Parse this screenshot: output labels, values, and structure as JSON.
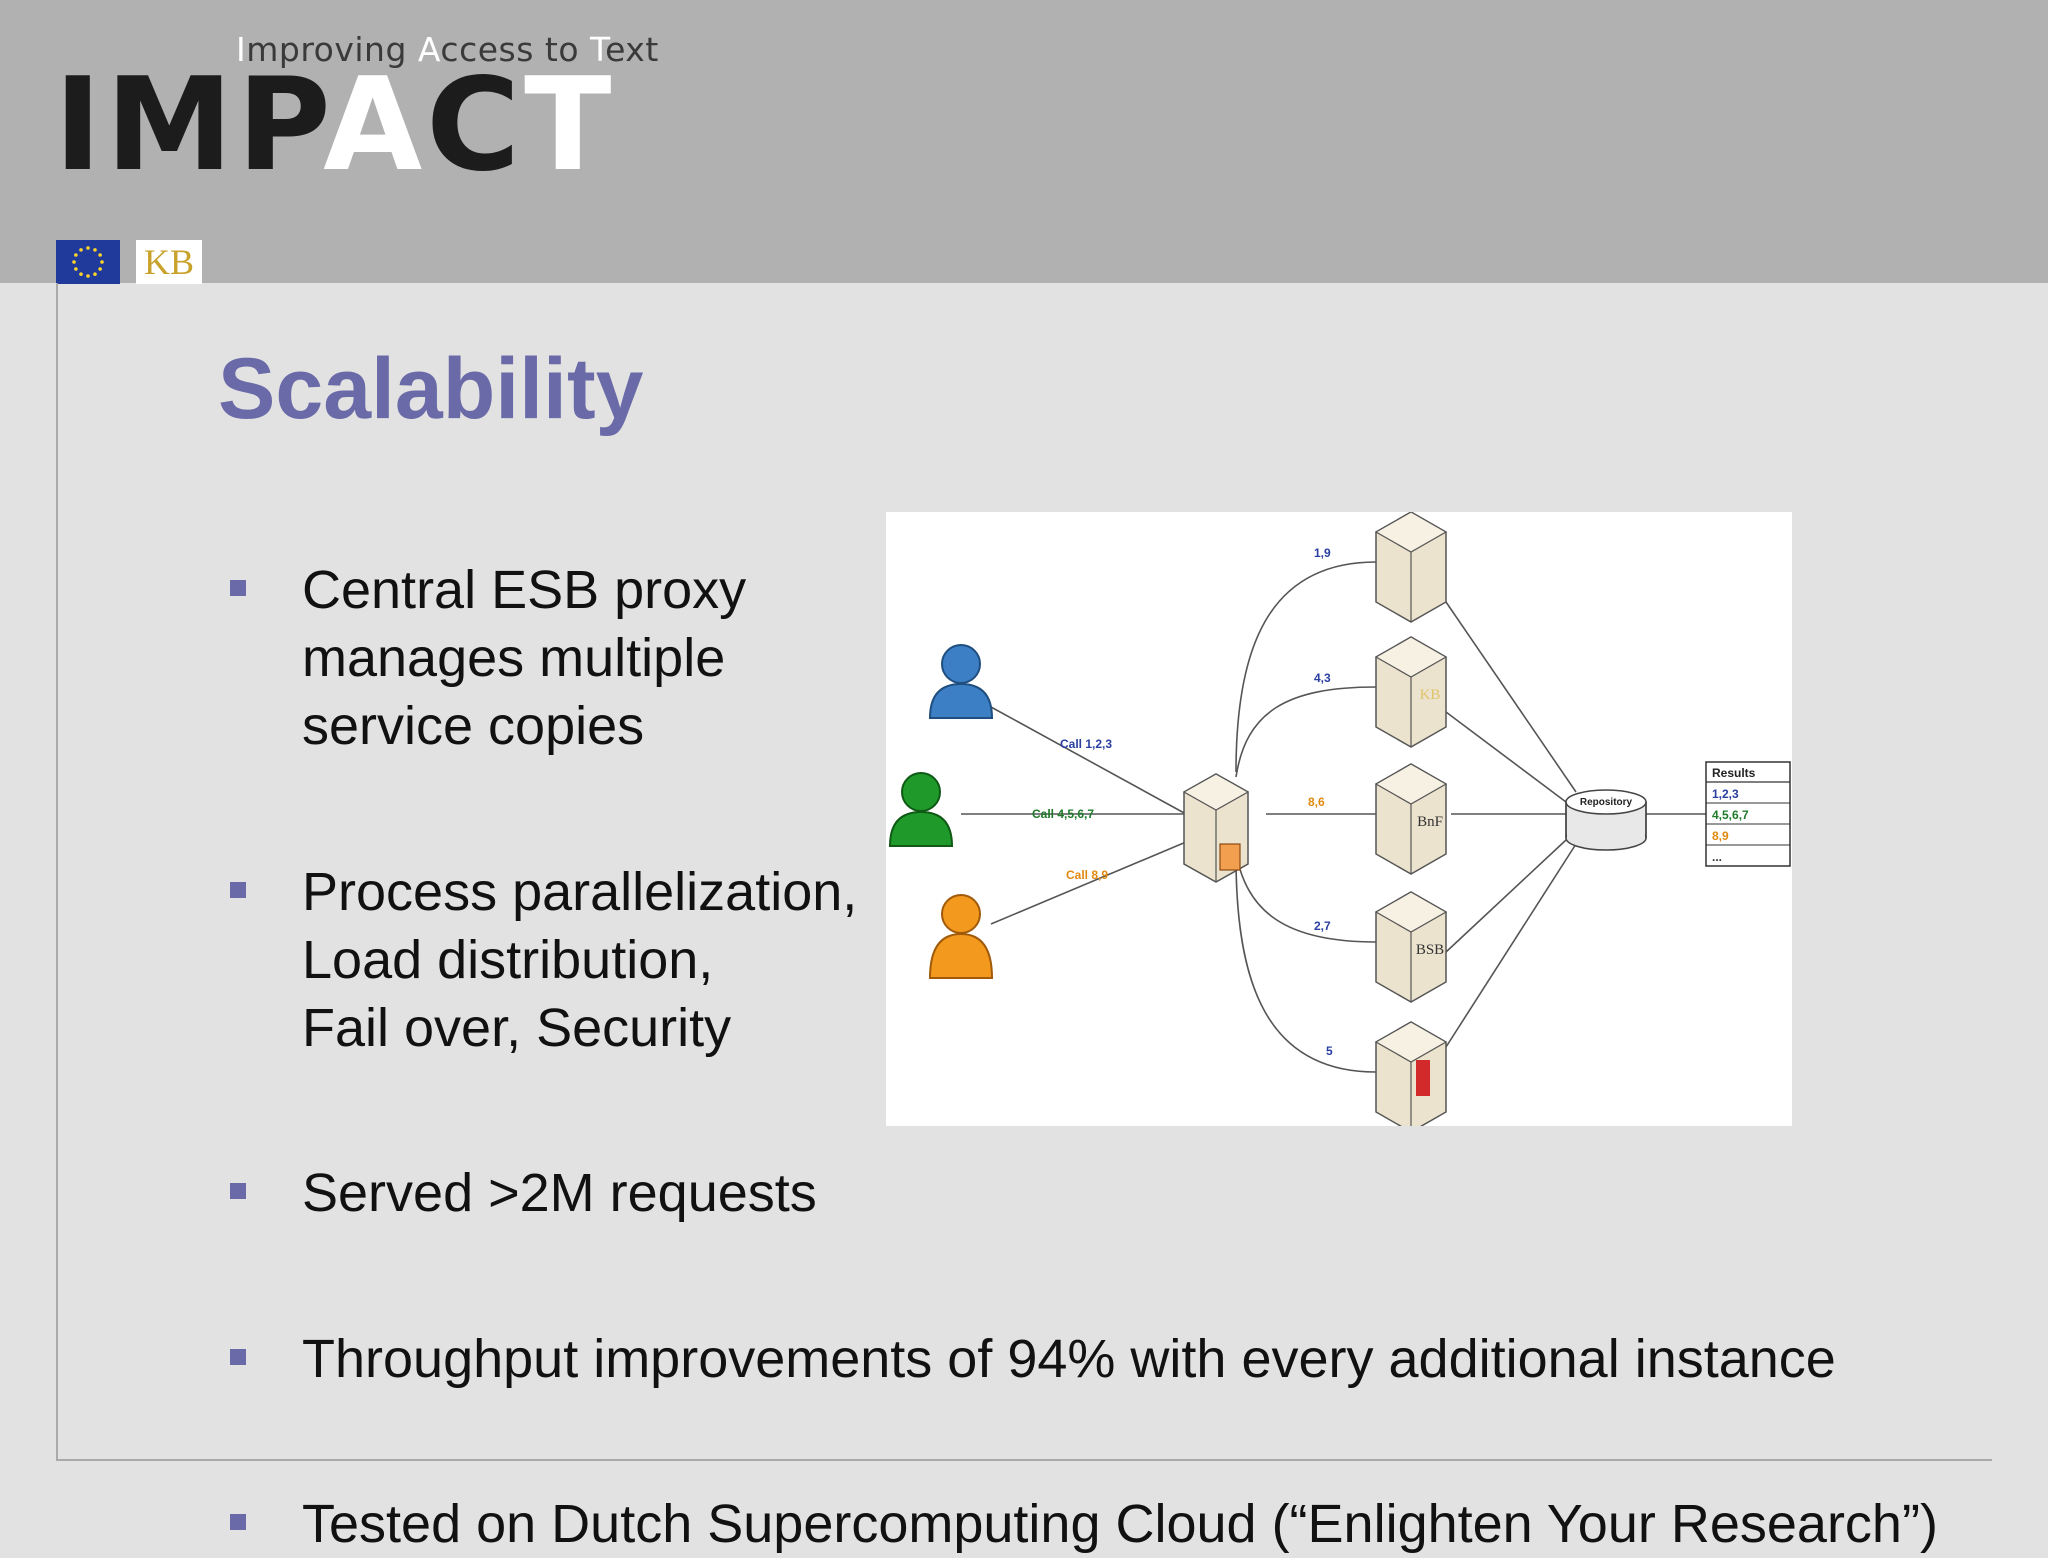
{
  "header": {
    "tagline_parts": [
      {
        "text": "I",
        "hl": true
      },
      {
        "text": "mproving ",
        "hl": false
      },
      {
        "text": "A",
        "hl": true
      },
      {
        "text": "ccess to ",
        "hl": false
      },
      {
        "text": "T",
        "hl": true
      },
      {
        "text": "ext",
        "hl": false
      }
    ],
    "logo_parts": [
      {
        "text": "I",
        "hl": false
      },
      {
        "text": "M",
        "hl": false
      },
      {
        "text": "P",
        "hl": false
      },
      {
        "text": "A",
        "hl": true
      },
      {
        "text": "C",
        "hl": false
      },
      {
        "text": "T",
        "hl": true
      }
    ],
    "kb_logo": "KB"
  },
  "slide": {
    "title": "Scalability",
    "bullets": [
      "Central ESB proxy\nmanages multiple\nservice copies",
      "Process parallelization,\nLoad distribution,\nFail over, Security",
      "Served >2M requests",
      "Throughput improvements of 94% with every additional instance",
      "Tested on Dutch Supercomputing Cloud (“Enlighten Your Research”)"
    ]
  },
  "diagram": {
    "users": [
      {
        "color": "#3d7fc4",
        "call": "Call 1,2,3",
        "call_color": "#2a3fa0"
      },
      {
        "color": "#1f9a2a",
        "call": "Call 4,5,6,7",
        "call_color": "#1f7a2a"
      },
      {
        "color": "#f39a1e",
        "call": "Call 8,9",
        "call_color": "#e08a10"
      }
    ],
    "services": [
      {
        "label": "",
        "edge": "1,9",
        "edge_color": "#2a3fa0"
      },
      {
        "label": "KB",
        "edge": "4,3",
        "edge_color": "#2a3fa0"
      },
      {
        "label": "BnF",
        "edge": "8,6",
        "edge_color": "#e08a10"
      },
      {
        "label": "BSB",
        "edge": "2,7",
        "edge_color": "#2a3fa0"
      },
      {
        "label": "",
        "edge": "5",
        "edge_color": "#2a3fa0"
      }
    ],
    "repository": "Repository",
    "results": {
      "title": "Results",
      "rows": [
        {
          "text": "1,2,3",
          "color": "#2a3fa0"
        },
        {
          "text": "4,5,6,7",
          "color": "#1f7a2a"
        },
        {
          "text": "8,9",
          "color": "#e08a10"
        },
        {
          "text": "...",
          "color": "#333333"
        }
      ]
    }
  }
}
